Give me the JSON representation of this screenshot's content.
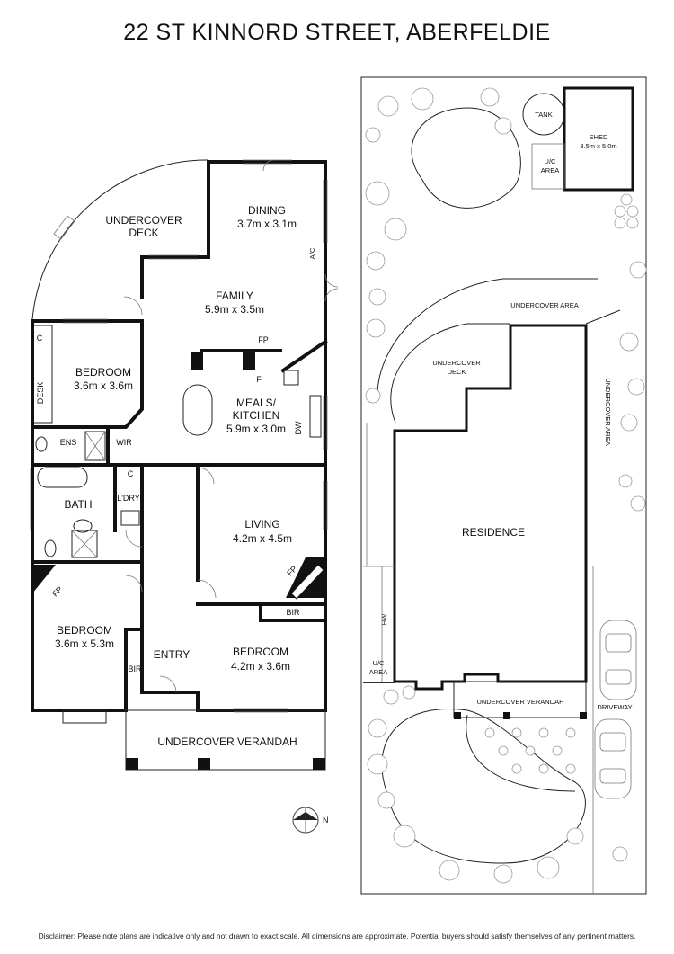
{
  "title": "22 ST KINNORD STREET, ABERFELDIE",
  "disclaimer": "Disclaimer: Please note plans are indicative only and not drawn to exact scale. All dimensions are approximate. Potential buyers should satisfy themselves of any pertinent matters.",
  "floor_plan": {
    "rooms": {
      "undercover_deck": "UNDERCOVER",
      "undercover_deck_2": "DECK",
      "dining": "DINING",
      "dining_dim": "3.7m x 3.1m",
      "family": "FAMILY",
      "family_dim": "5.9m x 3.5m",
      "bedroom1": "BEDROOM",
      "bedroom1_dim": "3.6m x 3.6m",
      "meals": "MEALS/",
      "kitchen": "KITCHEN",
      "kitchen_dim": "5.9m x 3.0m",
      "bath": "BATH",
      "living": "LIVING",
      "living_dim": "4.2m x 4.5m",
      "bedroom2": "BEDROOM",
      "bedroom2_dim": "3.6m x 5.3m",
      "entry": "ENTRY",
      "bedroom3": "BEDROOM",
      "bedroom3_dim": "4.2m x 3.6m",
      "verandah": "UNDERCOVER VERANDAH"
    },
    "small_labels": {
      "ac": "A/C",
      "fp_family": "FP",
      "f": "F",
      "c1": "C",
      "desk": "DESK",
      "dw": "DW",
      "ens": "ENS",
      "wir": "WIR",
      "c2": "C",
      "ldry": "L'DRY",
      "fp_living": "FP",
      "fp_bed": "FP",
      "bir1": "BIR",
      "bir2": "BIR"
    },
    "compass": "N"
  },
  "site_plan": {
    "tank": "TANK",
    "shed": "SHED",
    "shed_dim": "3.5m x 5.0m",
    "uc_area_top_1": "U/C",
    "uc_area_top_2": "AREA",
    "undercover_area_top": "UNDERCOVER AREA",
    "undercover_deck_1": "UNDERCOVER",
    "undercover_deck_2": "DECK",
    "undercover_area_side": "UNDERCOVER AREA",
    "residence": "RESIDENCE",
    "hw": "HW",
    "uc_area_bottom_1": "U/C",
    "uc_area_bottom_2": "AREA",
    "undercover_verandah": "UNDERCOVER VERANDAH",
    "driveway": "DRIVEWAY"
  }
}
